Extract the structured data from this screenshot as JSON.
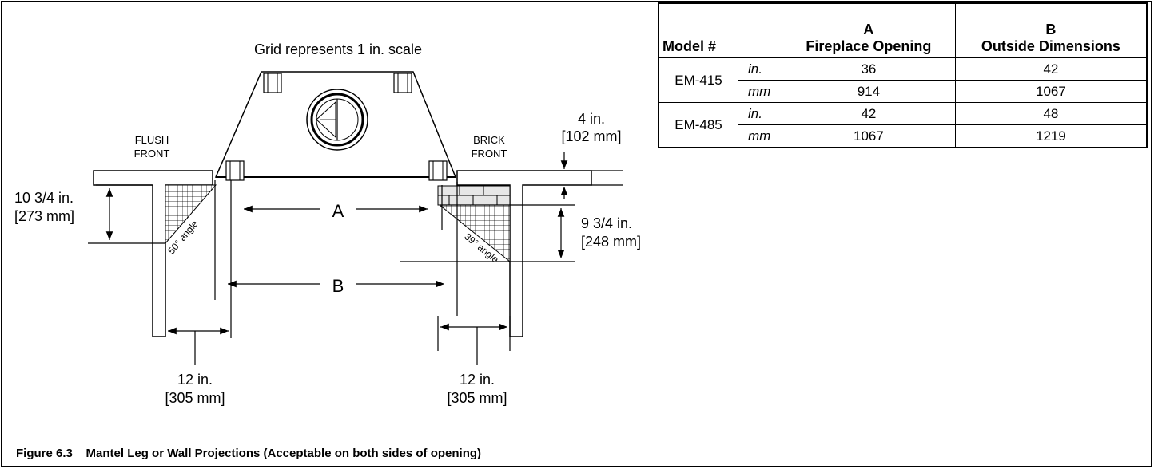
{
  "diagram": {
    "grid_note": "Grid represents 1 in. scale",
    "left_label_line1": "FLUSH",
    "left_label_line2": "FRONT",
    "right_label_line1": "BRICK",
    "right_label_line2": "FRONT",
    "top_dim_line1": "4 in.",
    "top_dim_line2": "[102 mm]",
    "left_height_line1": "10 3/4 in.",
    "left_height_line2": "[273 mm]",
    "right_height_line1": "9 3/4 in.",
    "right_height_line2": "[248 mm]",
    "dim_a": "A",
    "dim_b": "B",
    "left_angle": "50° angle",
    "right_angle": "39° angle",
    "left_width_line1": "12 in.",
    "left_width_line2": "[305 mm]",
    "right_width_line1": "12 in.",
    "right_width_line2": "[305 mm]"
  },
  "table": {
    "col_model": "Model #",
    "col_a_letter": "A",
    "col_a_name": "Fireplace Opening",
    "col_b_letter": "B",
    "col_b_name": "Outside Dimensions",
    "rows": [
      {
        "model": "EM-415",
        "unit_in": "in.",
        "a_in": "36",
        "b_in": "42",
        "unit_mm": "mm",
        "a_mm": "914",
        "b_mm": "1067"
      },
      {
        "model": "EM-485",
        "unit_in": "in.",
        "a_in": "42",
        "b_in": "48",
        "unit_mm": "mm",
        "a_mm": "1067",
        "b_mm": "1219"
      }
    ]
  },
  "caption": {
    "figure": "Figure 6.3",
    "text": "Mantel Leg or Wall Projections (Acceptable on both sides of opening)"
  }
}
